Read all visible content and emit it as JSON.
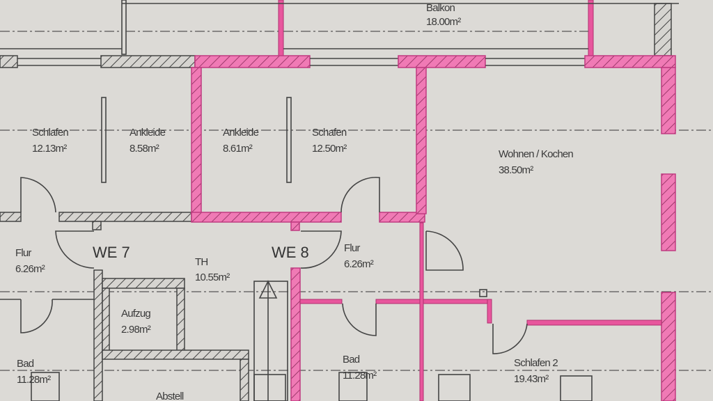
{
  "plan": {
    "colors": {
      "paper": "#dcdad6",
      "highlight": "#f07ab5",
      "line": "#444444"
    },
    "rooms": [
      {
        "name": "Balkon",
        "area": "18.00m²"
      },
      {
        "name": "Schlafen",
        "area": "12.13m²"
      },
      {
        "name": "Ankleide",
        "area": "8.58m²"
      },
      {
        "name": "Ankleide",
        "area": "8.61m²"
      },
      {
        "name": "Schafen",
        "area": "12.50m²"
      },
      {
        "name": "Wohnen / Kochen",
        "area": "38.50m²"
      },
      {
        "name": "Flur",
        "area": "6.26m²"
      },
      {
        "name": "TH",
        "area": "10.55m²"
      },
      {
        "name": "Flur",
        "area": "6.26m²"
      },
      {
        "name": "Aufzug",
        "area": "2.98m²"
      },
      {
        "name": "Bad",
        "area": "11.28m²"
      },
      {
        "name": "Bad",
        "area": "11.28m²"
      },
      {
        "name": "Schlafen 2",
        "area": "19.43m²"
      },
      {
        "name": "Abstell"
      }
    ],
    "units": [
      "WE 7",
      "WE 8"
    ]
  }
}
